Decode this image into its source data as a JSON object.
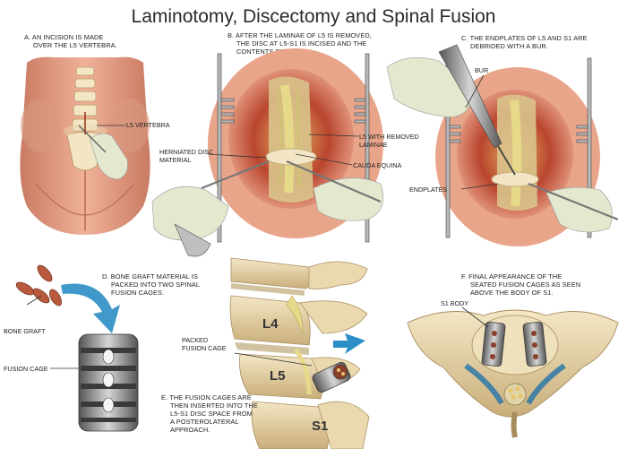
{
  "title": "Laminotomy, Discectomy and Spinal Fusion",
  "panels": {
    "a": {
      "caption": [
        "A. AN INCISION IS MADE",
        "OVER THE L5 VERTEBRA."
      ],
      "labels": {
        "l5": "L5 VERTEBRA"
      }
    },
    "b": {
      "caption": [
        "B. AFTER THE LAMINAE OF L5 IS REMOVED,",
        "THE DISC AT L5-S1 IS INCISED AND THE",
        "CONTENTS REMOVED."
      ],
      "labels": {
        "herniated1": "HERNIATED DISC",
        "herniated2": "MATERIAL",
        "l5removed1": "L5 WITH REMOVED",
        "l5removed2": "LAMINAE",
        "cauda": "CAUDA EQUINA"
      }
    },
    "c": {
      "caption": [
        "C. THE ENDPLATES OF L5 AND S1 ARE",
        "DEBRIDED WITH A BUR."
      ],
      "labels": {
        "bur": "BUR",
        "endplates": "ENDPLATES"
      }
    },
    "d": {
      "caption": [
        "D. BONE GRAFT MATERIAL IS",
        "PACKED INTO TWO SPINAL",
        "FUSION CAGES."
      ],
      "labels": {
        "bonegraft": "BONE GRAFT",
        "cage": "FUSION CAGE"
      }
    },
    "e": {
      "caption": [
        "E. THE FUSION CAGES ARE",
        "THEN INSERTED INTO THE",
        "L5-S1 DISC SPACE FROM",
        "A POSTEROLATERAL",
        "APPROACH."
      ],
      "labels": {
        "packed1": "PACKED",
        "packed2": "FUSION CAGE",
        "l4": "L4",
        "l5": "L5",
        "s1": "S1"
      }
    },
    "f": {
      "caption": [
        "F. FINAL APPEARANCE OF THE",
        "SEATED FUSION CAGES AS SEEN",
        "ABOVE THE BODY OF S1."
      ],
      "labels": {
        "s1body": "S1 BODY"
      }
    }
  },
  "colors": {
    "skin": "#e9a58a",
    "skin_shadow": "#c97b62",
    "bone": "#ecdcb4",
    "bone_shadow": "#c9ae7a",
    "tissue": "#c0402c",
    "nerve": "#e6d98a",
    "glove": "#e4e8cf",
    "metal": "#9a9a9a",
    "arrow": "#2b8ec4"
  }
}
